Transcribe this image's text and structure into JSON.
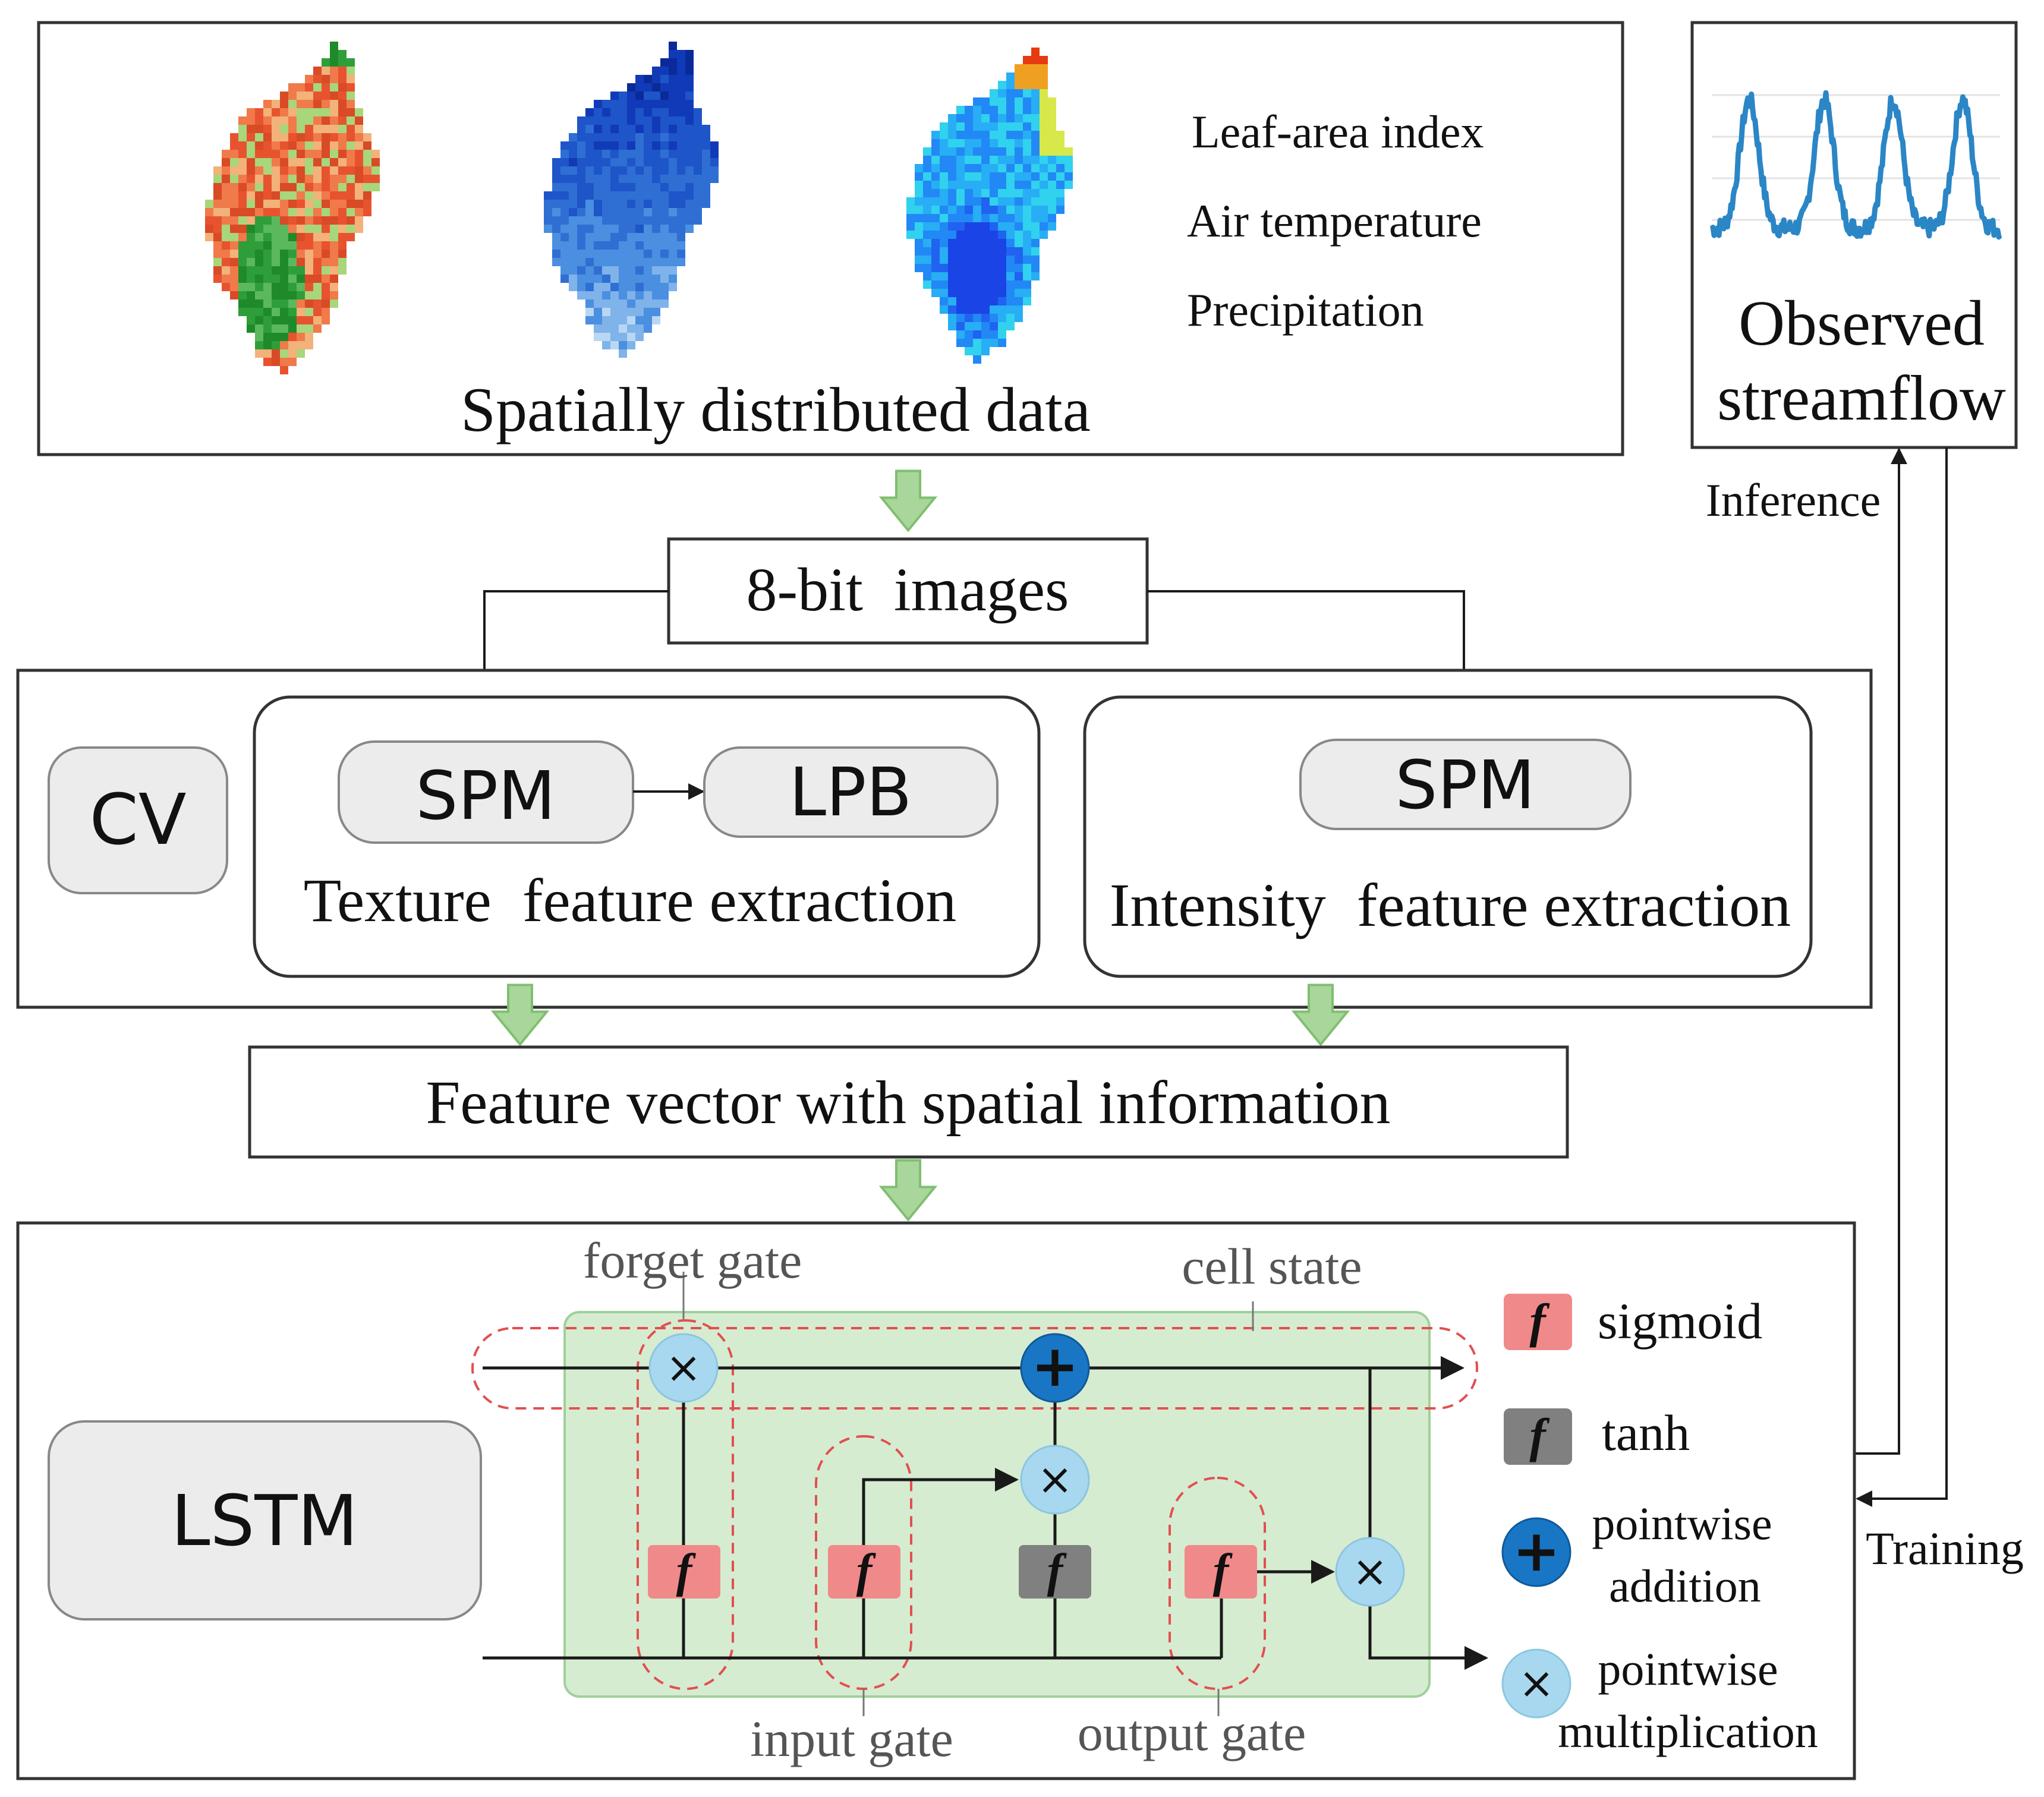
{
  "top_panel": {
    "title": "Spatially distributed data",
    "legend": [
      "Leaf-area index",
      "Air temperature",
      "Precipitation"
    ],
    "maps": [
      {
        "name": "leaf-area-index",
        "palette": [
          "#e8532f",
          "#f07a4a",
          "#d94a26",
          "#f2b27a",
          "#a8d67a",
          "#5cb85c",
          "#2e9e3a",
          "#1f8a2a"
        ]
      },
      {
        "name": "air-temperature",
        "palette": [
          "#0a2a9a",
          "#113ab8",
          "#1e55c8",
          "#2f6fd3",
          "#4a8fe0",
          "#7fb3ea",
          "#b8d7f2",
          "#e6f1fa"
        ]
      },
      {
        "name": "precipitation",
        "palette": [
          "#1a44e6",
          "#1f63f0",
          "#2288f5",
          "#27aef5",
          "#30d2ee",
          "#6ee8c8",
          "#d6e84a",
          "#f0a020",
          "#e63a10"
        ]
      }
    ]
  },
  "observed": {
    "line1": "Observed",
    "line2": "streamflow",
    "line_color": "#2b86c6"
  },
  "images_label": "8-bit  images",
  "cv": {
    "label": "CV",
    "texture": {
      "spm": "SPM",
      "lpb": "LPB",
      "caption": "Texture  feature extraction"
    },
    "intensity": {
      "spm": "SPM",
      "caption": "Intensity  feature extraction"
    }
  },
  "feature_vector": "Feature vector with spatial information",
  "lstm": {
    "label": "LSTM",
    "forget_gate": "forget gate",
    "cell_state": "cell state",
    "input_gate": "input gate",
    "output_gate": "output gate",
    "gate_symbol": "f",
    "times": "×",
    "plus": "+"
  },
  "legend": {
    "sigmoid": "sigmoid",
    "tanh": "tanh",
    "add_line1": "pointwise",
    "add_line2": "addition",
    "mul_line1": "pointwise",
    "mul_line2": "multiplication"
  },
  "inference": "Inference",
  "training": "Training",
  "colors": {
    "arrow_green": "#a9d69b",
    "cell_green": "#d6ecd0",
    "sigmoid_red": "#f08a8a",
    "tanh_gray": "#808080",
    "add_blue": "#1976c4",
    "mul_blue": "#a8d8ef",
    "dashed_red": "#e05050",
    "box_gray": "#ececec"
  }
}
